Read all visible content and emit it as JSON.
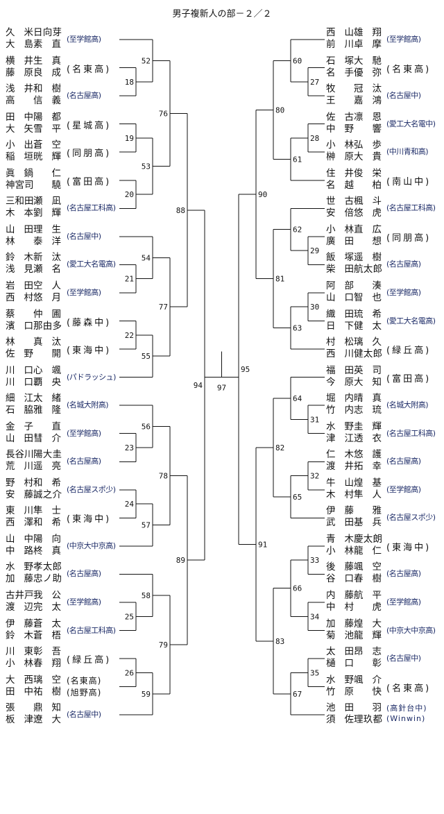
{
  "title": "男子複新人の部－２／２",
  "left_teams": [
    {
      "p": [
        [
          "久米",
          "日向芽"
        ],
        [
          "大島",
          "素直"
        ]
      ],
      "school": "(至学館高)"
    },
    {
      "p": [
        [
          "横井",
          "生真"
        ],
        [
          "藤原",
          "良成"
        ]
      ],
      "school": "(名東高)"
    },
    {
      "p": [
        [
          "浅井",
          "和樹"
        ],
        [
          "高",
          "信義"
        ]
      ],
      "school": "(名古屋高)"
    },
    {
      "p": [
        [
          "田中",
          "陽都"
        ],
        [
          "大矢",
          "雪平"
        ]
      ],
      "school": "(星城高)"
    },
    {
      "p": [
        [
          "小出",
          "蒼空"
        ],
        [
          "稲垣",
          "晄輝"
        ]
      ],
      "school": "(同朋高)"
    },
    {
      "p": [
        [
          "眞鍋",
          "仁"
        ],
        [
          "神宮司",
          "驍"
        ]
      ],
      "school": "(富田高)"
    },
    {
      "p": [
        [
          "三和田",
          "瀬凪"
        ],
        [
          "木本",
          "劉輝"
        ]
      ],
      "school": "(名古屋工科高)"
    },
    {
      "p": [
        [
          "山田",
          "理生"
        ],
        [
          "林",
          "泰洋"
        ]
      ],
      "school": "(名古屋中)"
    },
    {
      "p": [
        [
          "鈴木",
          "新汰"
        ],
        [
          "浅見",
          "瀬名"
        ]
      ],
      "school": "(愛工大名電高)"
    },
    {
      "p": [
        [
          "岩田",
          "空人"
        ],
        [
          "西村",
          "悠月"
        ]
      ],
      "school": "(至学館高)"
    },
    {
      "p": [
        [
          "蔡",
          "仲圃"
        ],
        [
          "濱口",
          "那由多"
        ]
      ],
      "school": "(藤森中)"
    },
    {
      "p": [
        [
          "林",
          "真汰"
        ],
        [
          "佐野",
          "開"
        ]
      ],
      "school": "(東海中)"
    },
    {
      "p": [
        [
          "川口",
          "心颯"
        ],
        [
          "川口",
          "覇央"
        ]
      ],
      "school": "(パドラッシュ)"
    },
    {
      "p": [
        [
          "細江",
          "太緒"
        ],
        [
          "石脇",
          "雅隆"
        ]
      ],
      "school": "(名城大附高)"
    },
    {
      "p": [
        [
          "金子",
          "直"
        ],
        [
          "山田",
          "彗介"
        ]
      ],
      "school": "(至学館高)"
    },
    {
      "p": [
        [
          "長谷川",
          "陽大圭"
        ],
        [
          "荒川",
          "遥亮"
        ]
      ],
      "school": "(名古屋高)"
    },
    {
      "p": [
        [
          "野村",
          "和希"
        ],
        [
          "安藤",
          "誠之介"
        ]
      ],
      "school": "(名古屋スポ少)"
    },
    {
      "p": [
        [
          "東川",
          "隼士"
        ],
        [
          "西澤",
          "和希"
        ]
      ],
      "school": "(東海中)"
    },
    {
      "p": [
        [
          "山中",
          "陽向"
        ],
        [
          "中路",
          "柊真"
        ]
      ],
      "school": "(中京大中京高)"
    },
    {
      "p": [
        [
          "水野",
          "孝太郎"
        ],
        [
          "加藤",
          "忠ノ助"
        ]
      ],
      "school": "(名古屋高)"
    },
    {
      "p": [
        [
          "古井戸",
          "我公"
        ],
        [
          "渡辺",
          "完太"
        ]
      ],
      "school": "(至学館高)"
    },
    {
      "p": [
        [
          "伊藤",
          "蒼太"
        ],
        [
          "鈴木",
          "蒼梧"
        ]
      ],
      "school": "(名古屋工科高)"
    },
    {
      "p": [
        [
          "川東",
          "彰吾"
        ],
        [
          "小林",
          "春翔"
        ]
      ],
      "school": "(緑丘高)"
    },
    {
      "p": [
        [
          "大西",
          "璃空"
        ],
        [
          "田中",
          "祐樹"
        ]
      ],
      "schools": [
        "(名東高)",
        "(旭野高)"
      ]
    },
    {
      "p": [
        [
          "張",
          "鼎知"
        ],
        [
          "板津",
          "遼大"
        ]
      ],
      "school": "(名古屋中)"
    }
  ],
  "right_teams": [
    {
      "p": [
        [
          "西山",
          "雄翔"
        ],
        [
          "前川",
          "卓摩"
        ]
      ],
      "school": "(至学館高)"
    },
    {
      "p": [
        [
          "石塚",
          "大馳"
        ],
        [
          "名手",
          "優弥"
        ]
      ],
      "school": "(名東高)"
    },
    {
      "p": [
        [
          "牧",
          "冠汰"
        ],
        [
          "王",
          "嘉鴻"
        ]
      ],
      "school": "(名古屋中)"
    },
    {
      "p": [
        [
          "佐古",
          "凛恩"
        ],
        [
          "中野",
          "響"
        ]
      ],
      "school": "(愛工大名電中)"
    },
    {
      "p": [
        [
          "小林",
          "弘歩"
        ],
        [
          "榊原",
          "大貴"
        ]
      ],
      "school": "(中川青和高)"
    },
    {
      "p": [
        [
          "住井",
          "俊栄"
        ],
        [
          "名越",
          "柏"
        ]
      ],
      "school": "(南山中)"
    },
    {
      "p": [
        [
          "世古",
          "楓斗"
        ],
        [
          "安倍",
          "悠虎"
        ]
      ],
      "school": "(名古屋工科高)"
    },
    {
      "p": [
        [
          "小林",
          "直広"
        ],
        [
          "廣田",
          "想"
        ]
      ],
      "school": "(同朋高)"
    },
    {
      "p": [
        [
          "飯塚",
          "遥樹"
        ],
        [
          "柴田",
          "航太郎"
        ]
      ],
      "school": "(名古屋高)"
    },
    {
      "p": [
        [
          "阿部",
          "湊"
        ],
        [
          "山口",
          "智也"
        ]
      ],
      "school": "(至学館高)"
    },
    {
      "p": [
        [
          "織田",
          "琉希"
        ],
        [
          "日下",
          "健太"
        ]
      ],
      "school": "(愛工大名電高)"
    },
    {
      "p": [
        [
          "村松",
          "璃久"
        ],
        [
          "西川",
          "健太郎"
        ]
      ],
      "school": "(緑丘高)"
    },
    {
      "p": [
        [
          "福田",
          "英司"
        ],
        [
          "今原",
          "大知"
        ]
      ],
      "school": "(富田高)"
    },
    {
      "p": [
        [
          "堀内",
          "晴真"
        ],
        [
          "竹内",
          "志琉"
        ]
      ],
      "school": "(名城大附高)"
    },
    {
      "p": [
        [
          "水野",
          "圭輝"
        ],
        [
          "津江",
          "透衣"
        ]
      ],
      "school": "(名古屋工科高)"
    },
    {
      "p": [
        [
          "仁木",
          "悠護"
        ],
        [
          "渡井",
          "拓幸"
        ]
      ],
      "school": "(名古屋高)"
    },
    {
      "p": [
        [
          "牛山",
          "煌基"
        ],
        [
          "木村",
          "隼人"
        ]
      ],
      "school": "(至学館高)"
    },
    {
      "p": [
        [
          "伊藤",
          "雅"
        ],
        [
          "武田",
          "基兵"
        ]
      ],
      "school": "(名古屋スポ少)"
    },
    {
      "p": [
        [
          "青木",
          "慶太朗"
        ],
        [
          "小林",
          "龍仁"
        ]
      ],
      "school": "(東海中)"
    },
    {
      "p": [
        [
          "後藤",
          "颯空"
        ],
        [
          "谷口",
          "春樹"
        ]
      ],
      "school": "(名古屋高)"
    },
    {
      "p": [
        [
          "内藤",
          "航平"
        ],
        [
          "中村",
          "虎"
        ]
      ],
      "school": "(至学館高)"
    },
    {
      "p": [
        [
          "加藤",
          "煌大"
        ],
        [
          "菊池",
          "龍輝"
        ]
      ],
      "school": "(中京大中京高)"
    },
    {
      "p": [
        [
          "太田",
          "昂志"
        ],
        [
          "樋口",
          "彰"
        ]
      ],
      "school": "(名古屋中)"
    },
    {
      "p": [
        [
          "水野",
          "颯介"
        ],
        [
          "竹原",
          "快"
        ]
      ],
      "school": "(名東高)"
    },
    {
      "p": [
        [
          "池田",
          "羽"
        ],
        [
          "須佐",
          "理玖都"
        ]
      ],
      "schools": [
        "(高針台中)",
        "(Winwin)"
      ]
    }
  ],
  "bracket_left": {
    "m": "94",
    "c": [
      {
        "m": "88",
        "c": [
          {
            "m": "76",
            "c": [
              {
                "m": "52",
                "c": [
                  0,
                  {
                    "m": "18",
                    "c": [
                      1,
                      2
                    ]
                  }
                ]
              },
              {
                "m": "53",
                "c": [
                  {
                    "m": "19",
                    "c": [
                      3,
                      4
                    ]
                  },
                  {
                    "m": "20",
                    "c": [
                      5,
                      6
                    ]
                  }
                ]
              }
            ]
          },
          {
            "m": "77",
            "c": [
              {
                "m": "54",
                "c": [
                  7,
                  {
                    "m": "21",
                    "c": [
                      8,
                      9
                    ]
                  }
                ]
              },
              {
                "m": "55",
                "c": [
                  {
                    "m": "22",
                    "c": [
                      10,
                      11
                    ]
                  },
                  12
                ]
              }
            ]
          }
        ]
      },
      {
        "m": "89",
        "c": [
          {
            "m": "78",
            "c": [
              {
                "m": "56",
                "c": [
                  13,
                  {
                    "m": "23",
                    "c": [
                      14,
                      15
                    ]
                  }
                ]
              },
              {
                "m": "57",
                "c": [
                  {
                    "m": "24",
                    "c": [
                      16,
                      17
                    ]
                  },
                  18
                ]
              }
            ]
          },
          {
            "m": "79",
            "c": [
              {
                "m": "58",
                "c": [
                  19,
                  {
                    "m": "25",
                    "c": [
                      20,
                      21
                    ]
                  }
                ]
              },
              {
                "m": "59",
                "c": [
                  {
                    "m": "26",
                    "c": [
                      22,
                      23
                    ]
                  },
                  24
                ]
              }
            ]
          }
        ]
      }
    ]
  },
  "bracket_right": {
    "m": "95",
    "c": [
      {
        "m": "90",
        "c": [
          {
            "m": "80",
            "c": [
              {
                "m": "60",
                "c": [
                  0,
                  {
                    "m": "27",
                    "c": [
                      1,
                      2
                    ]
                  }
                ]
              },
              {
                "m": "61",
                "c": [
                  {
                    "m": "28",
                    "c": [
                      3,
                      4
                    ]
                  },
                  5
                ]
              }
            ]
          },
          {
            "m": "81",
            "c": [
              {
                "m": "62",
                "c": [
                  6,
                  {
                    "m": "29",
                    "c": [
                      7,
                      8
                    ]
                  }
                ]
              },
              {
                "m": "63",
                "c": [
                  {
                    "m": "30",
                    "c": [
                      9,
                      10
                    ]
                  },
                  11
                ]
              }
            ]
          }
        ]
      },
      {
        "m": "91",
        "c": [
          {
            "m": "82",
            "c": [
              {
                "m": "64",
                "c": [
                  12,
                  {
                    "m": "31",
                    "c": [
                      13,
                      14
                    ]
                  }
                ]
              },
              {
                "m": "65",
                "c": [
                  {
                    "m": "32",
                    "c": [
                      15,
                      16
                    ]
                  },
                  17
                ]
              }
            ]
          },
          {
            "m": "83",
            "c": [
              {
                "m": "66",
                "c": [
                  {
                    "m": "33",
                    "c": [
                      18,
                      19
                    ]
                  },
                  {
                    "m": "34",
                    "c": [
                      20,
                      21
                    ]
                  }
                ]
              },
              {
                "m": "67",
                "c": [
                  {
                    "m": "35",
                    "c": [
                      22,
                      23
                    ]
                  },
                  24
                ]
              }
            ]
          }
        ]
      }
    ]
  },
  "final_match": "97"
}
